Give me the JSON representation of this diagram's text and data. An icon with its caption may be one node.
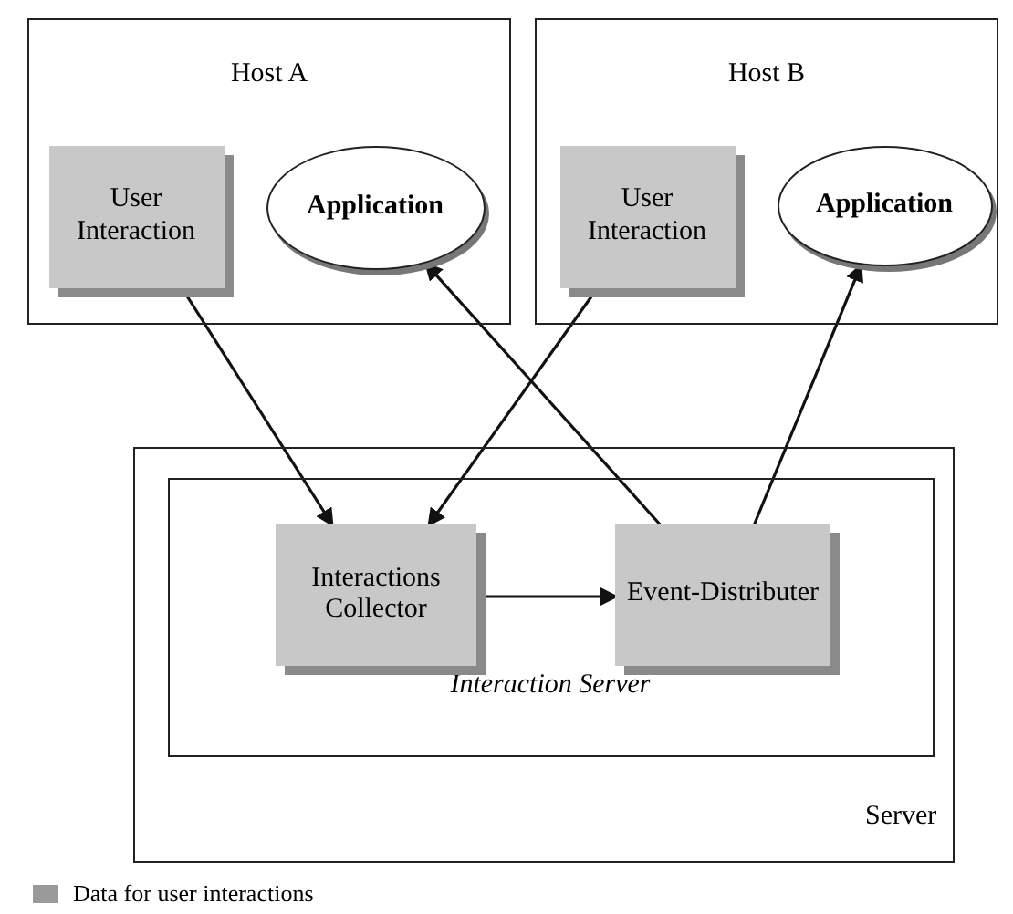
{
  "diagram": {
    "nodes": [
      {
        "text": [
          "Host A"
        ]
      },
      {
        "text": [
          "User Interaction"
        ],
        "in": 0
      },
      {
        "text": [
          "Application"
        ],
        "in": 0
      },
      {
        "text": [
          "Host B"
        ]
      },
      {
        "text": [
          "User Interaction"
        ],
        "in": 3
      },
      {
        "text": [
          "Application"
        ],
        "in": 3
      },
      {
        "text": [
          "Server"
        ]
      },
      {
        "text": [
          "Interaction Server"
        ],
        "in": 6
      },
      {
        "text": [
          "Interactions Collector"
        ],
        "in": 7
      },
      {
        "text": [
          "Event-Distributer"
        ],
        "in": 7
      }
    ],
    "edges": [
      {
        "from": 1,
        "to": 8,
        "arrow": "to"
      },
      {
        "from": 4,
        "to": 8,
        "arrow": "to"
      },
      {
        "from": 9,
        "to": 2,
        "arrow": "to"
      },
      {
        "from": 9,
        "to": 5,
        "arrow": "to"
      },
      {
        "from": 8,
        "to": 9,
        "arrow": "to"
      }
    ],
    "legend": [
      {
        "text": "Data for user interactions",
        "color": "#9a9a9a"
      }
    ]
  }
}
